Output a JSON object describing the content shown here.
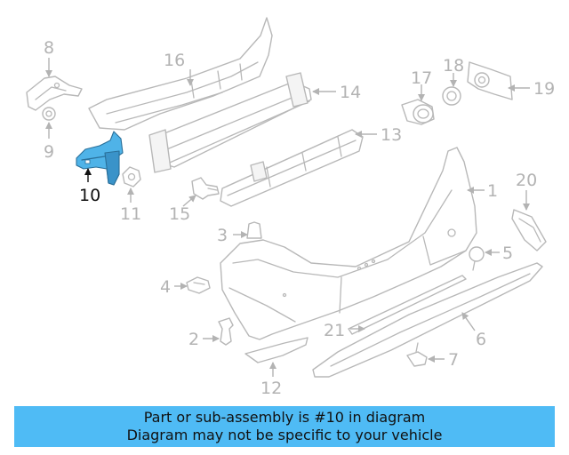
{
  "callouts": {
    "c1": "1",
    "c2": "2",
    "c3": "3",
    "c4": "4",
    "c5": "5",
    "c6": "6",
    "c7": "7",
    "c8": "8",
    "c9": "9",
    "c10": "10",
    "c11": "11",
    "c12": "12",
    "c13": "13",
    "c14": "14",
    "c15": "15",
    "c16": "16",
    "c17": "17",
    "c18": "18",
    "c19": "19",
    "c20": "20",
    "c21": "21"
  },
  "highlighted_part": "10",
  "colors": {
    "highlight": "#4fb3e8",
    "banner": "#4fbbf5",
    "callout": "#b3b3b3"
  },
  "banner": {
    "line1": "Part or sub-assembly is #10 in diagram",
    "line2": "Diagram may not be specific to your vehicle"
  }
}
